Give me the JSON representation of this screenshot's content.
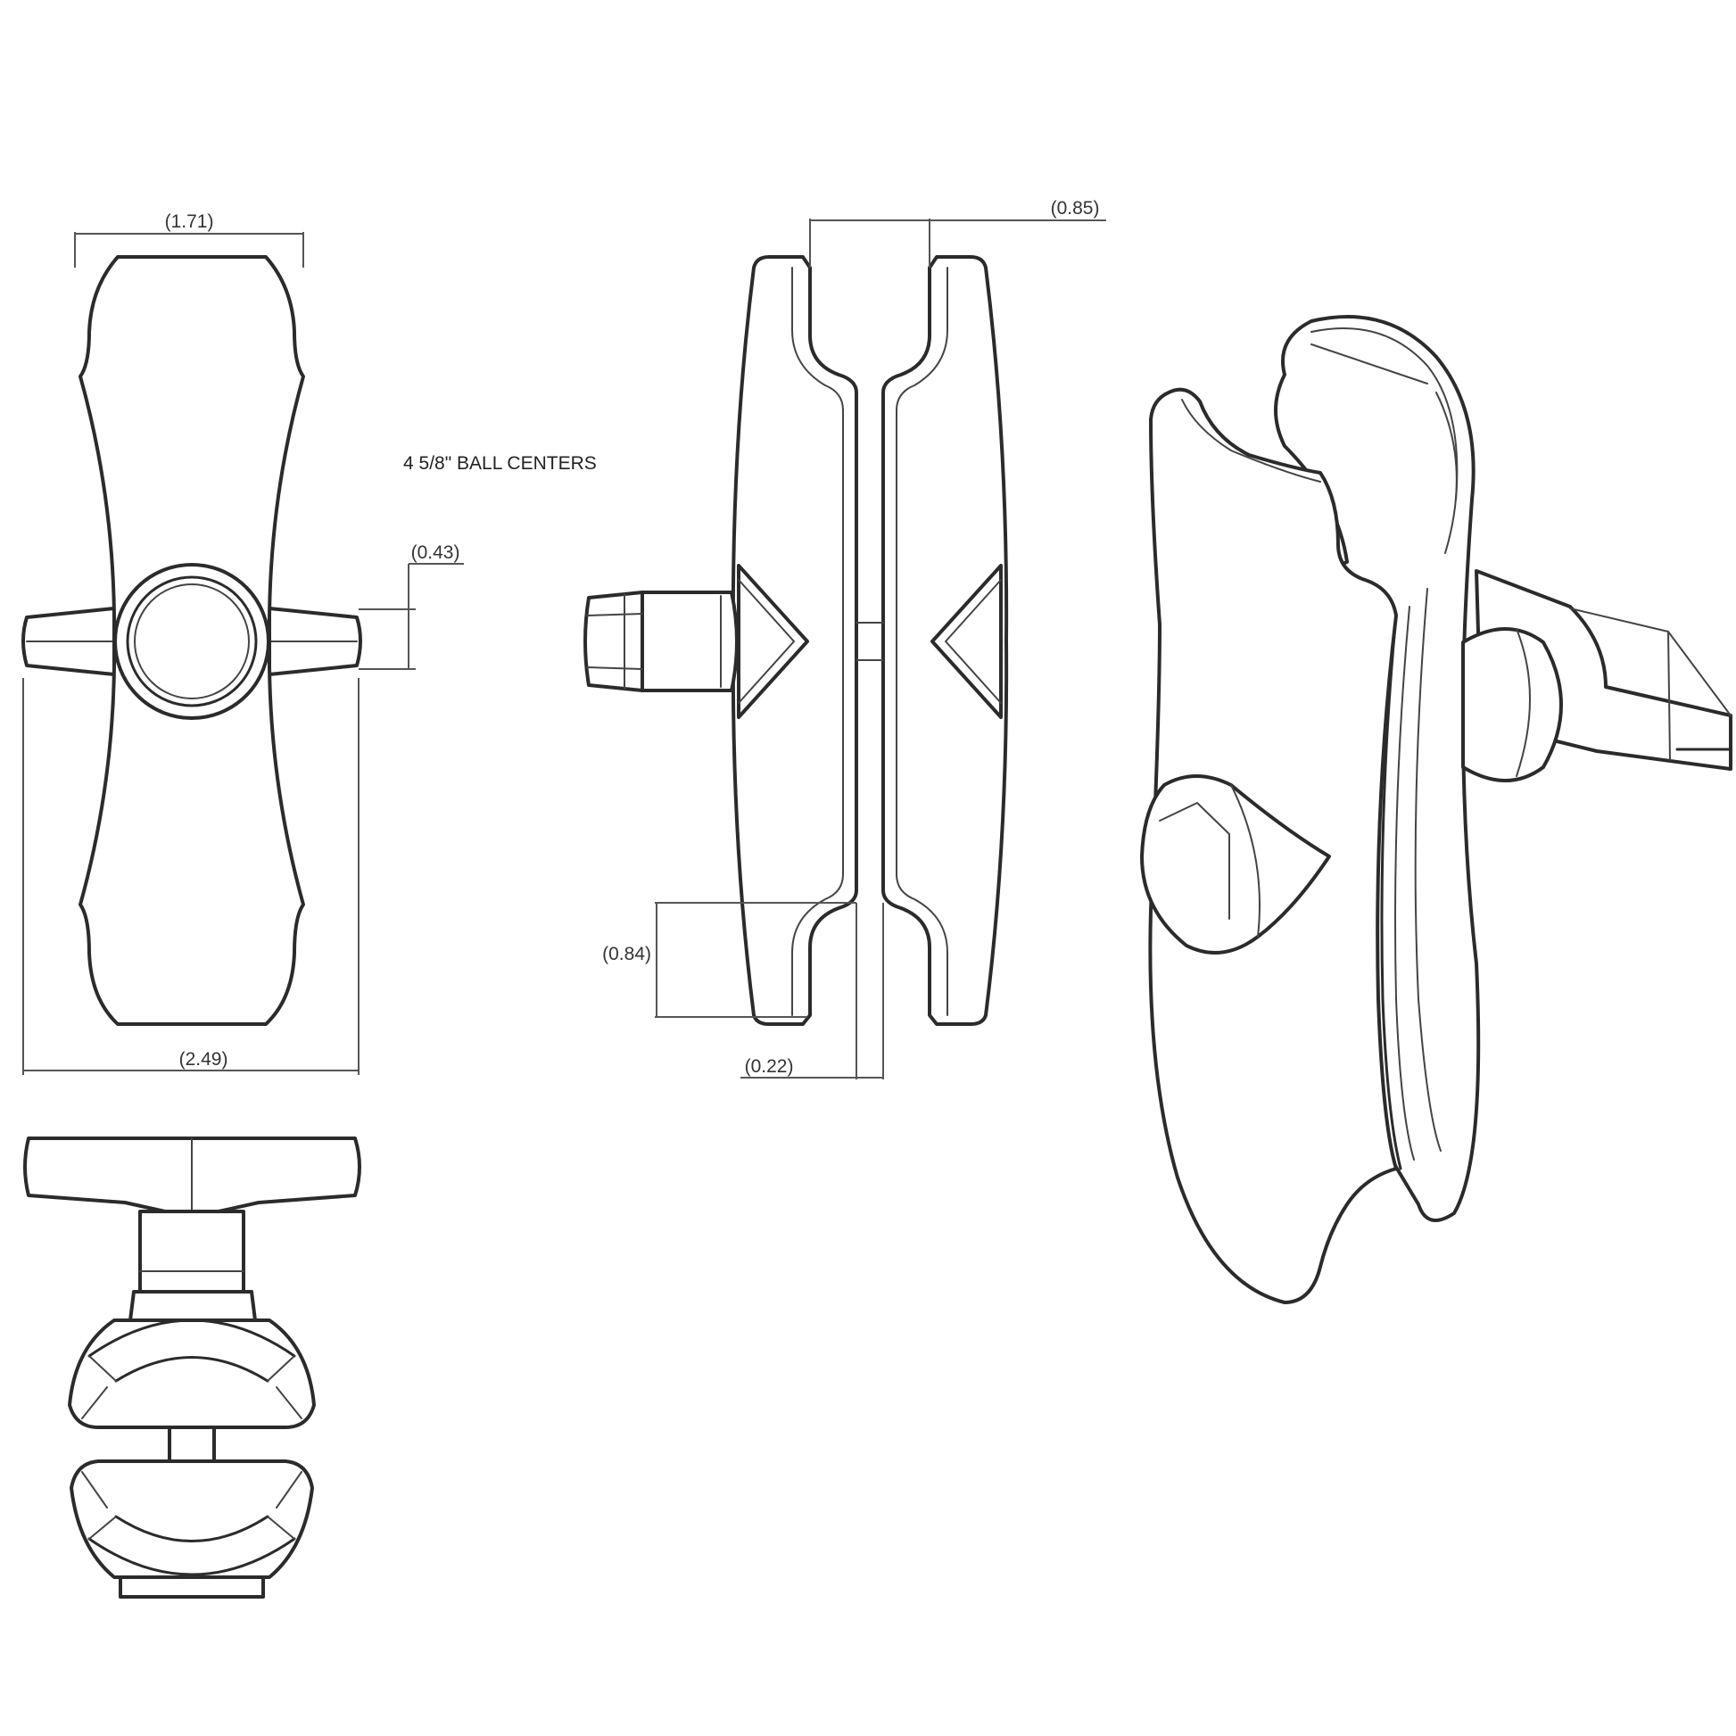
{
  "drawing": {
    "note": "4 5/8\" BALL CENTERS",
    "dimensions": {
      "width_top": "1.71",
      "ball_length": "0.43",
      "overall_width": "2.49",
      "socket_width": "0.85",
      "socket_depth": "0.84",
      "center_gap": "0.22"
    }
  }
}
